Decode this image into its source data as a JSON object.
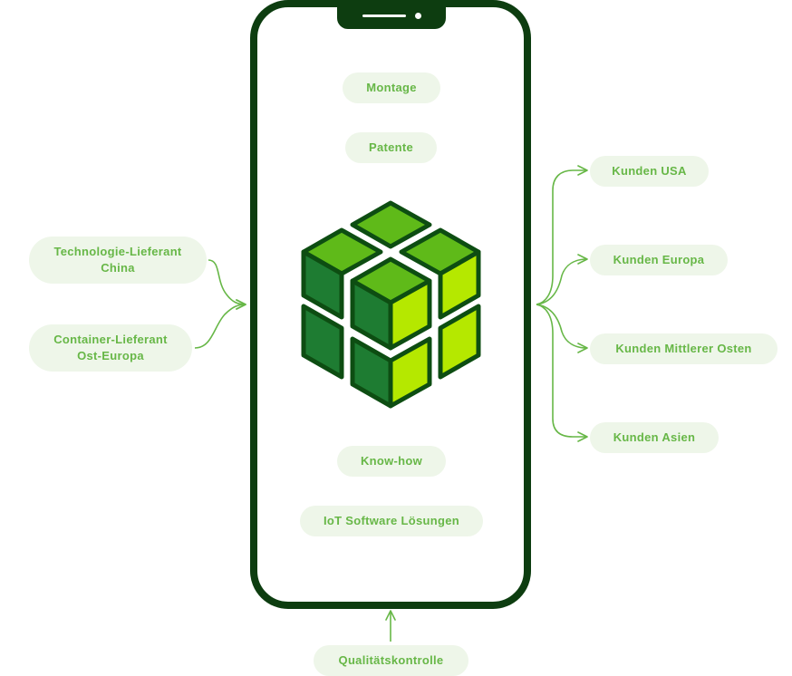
{
  "inside": {
    "montage": "Montage",
    "patente": "Patente",
    "knowhow": "Know-how",
    "iot": "IoT Software Lösungen"
  },
  "suppliers": {
    "china_line1": "Technologie-Lieferant",
    "china_line2": "China",
    "europe_line1": "Container-Lieferant",
    "europe_line2": "Ost-Europa"
  },
  "customers": {
    "usa": "Kunden USA",
    "europa": "Kunden Europa",
    "mittlerer_osten": "Kunden Mittlerer Osten",
    "asien": "Kunden Asien"
  },
  "bottom": {
    "qualitaet": "Qualitätskontrolle"
  },
  "colors": {
    "phone_frame": "#0d3d10",
    "pill_bg": "#eef6e9",
    "pill_text": "#67b747",
    "arrow": "#67b747",
    "cube_dark": "#1e7c32",
    "cube_mid": "#5fba19",
    "cube_light": "#b5e800"
  },
  "icons": {
    "logo": "green-cube-logo"
  }
}
